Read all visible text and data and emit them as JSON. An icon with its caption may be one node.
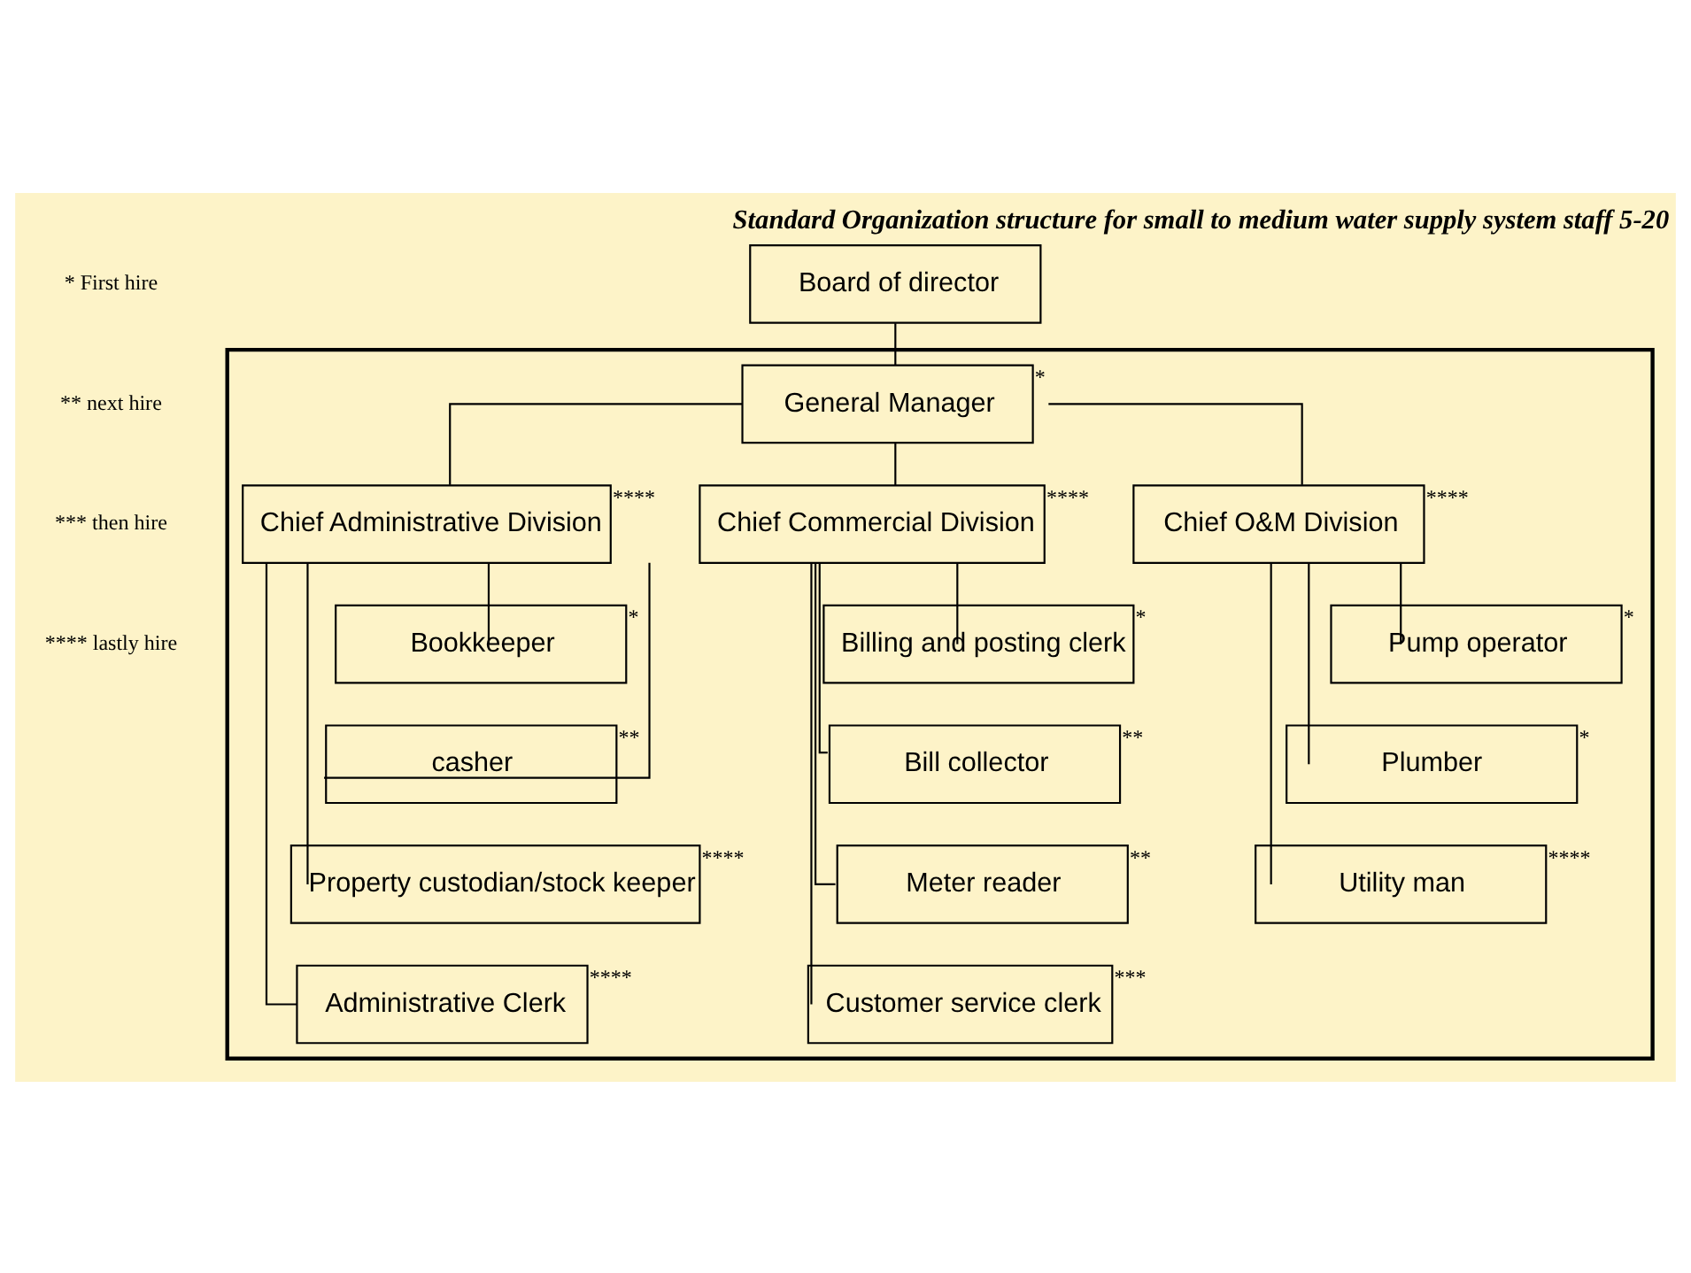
{
  "diagram": {
    "title": "Standard Organization structure for small to medium water supply system staff 5-20",
    "nodes": [
      {
        "text": [
          "Board of director"
        ]
      },
      {
        "text": [],
        "shape": "box"
      },
      {
        "text": [
          "General Manager"
        ],
        "beside": [
          "*"
        ],
        "in": 1
      },
      {
        "text": [
          "Chief Administrative Division"
        ],
        "beside": [
          "****"
        ],
        "in": 1
      },
      {
        "text": [
          "Chief Commercial Division"
        ],
        "beside": [
          "****"
        ],
        "in": 1
      },
      {
        "text": [
          "Chief O&M Division"
        ],
        "beside": [
          "****"
        ],
        "in": 1
      },
      {
        "text": [
          "Bookkeeper"
        ],
        "beside": [
          "*"
        ],
        "in": 1
      },
      {
        "text": [
          "casher"
        ],
        "beside": [
          "**"
        ],
        "in": 1
      },
      {
        "text": [
          "Property custodian/stock keeper"
        ],
        "beside": [
          "****"
        ],
        "in": 1
      },
      {
        "text": [
          "Administrative Clerk"
        ],
        "beside": [
          "****"
        ],
        "in": 1
      },
      {
        "text": [
          "Billing and posting clerk"
        ],
        "beside": [
          "*"
        ],
        "in": 1
      },
      {
        "text": [
          "Bill collector"
        ],
        "beside": [
          "**"
        ],
        "in": 1
      },
      {
        "text": [
          "Meter reader"
        ],
        "beside": [
          "**"
        ],
        "in": 1
      },
      {
        "text": [
          "Customer service clerk"
        ],
        "beside": [
          "***"
        ],
        "in": 1
      },
      {
        "text": [
          "Pump operator"
        ],
        "beside": [
          "*"
        ],
        "in": 1
      },
      {
        "text": [
          "Plumber"
        ],
        "beside": [
          "*"
        ],
        "in": 1
      },
      {
        "text": [
          "Utility man"
        ],
        "beside": [
          "****"
        ],
        "in": 1
      }
    ],
    "edges": [
      {
        "from": 0,
        "to": 2,
        "arrow": "none"
      },
      {
        "from": 2,
        "to": 3,
        "arrow": "none"
      },
      {
        "from": 2,
        "to": 4,
        "arrow": "none"
      },
      {
        "from": 2,
        "to": 5,
        "arrow": "none"
      },
      {
        "from": 3,
        "to": 6,
        "arrow": "none"
      },
      {
        "from": 3,
        "to": 7,
        "arrow": "none"
      },
      {
        "from": 3,
        "to": 8,
        "arrow": "none"
      },
      {
        "from": 3,
        "to": 9,
        "arrow": "none"
      },
      {
        "from": 4,
        "to": 10,
        "arrow": "none"
      },
      {
        "from": 4,
        "to": 11,
        "arrow": "none"
      },
      {
        "from": 4,
        "to": 12,
        "arrow": "none"
      },
      {
        "from": 4,
        "to": 13,
        "arrow": "none"
      },
      {
        "from": 5,
        "to": 14,
        "arrow": "none"
      },
      {
        "from": 5,
        "to": 15,
        "arrow": "none"
      },
      {
        "from": 5,
        "to": 16,
        "arrow": "none"
      }
    ],
    "labels": [
      "* First hire",
      "** next hire",
      "*** then hire",
      "**** lastly hire"
    ]
  }
}
